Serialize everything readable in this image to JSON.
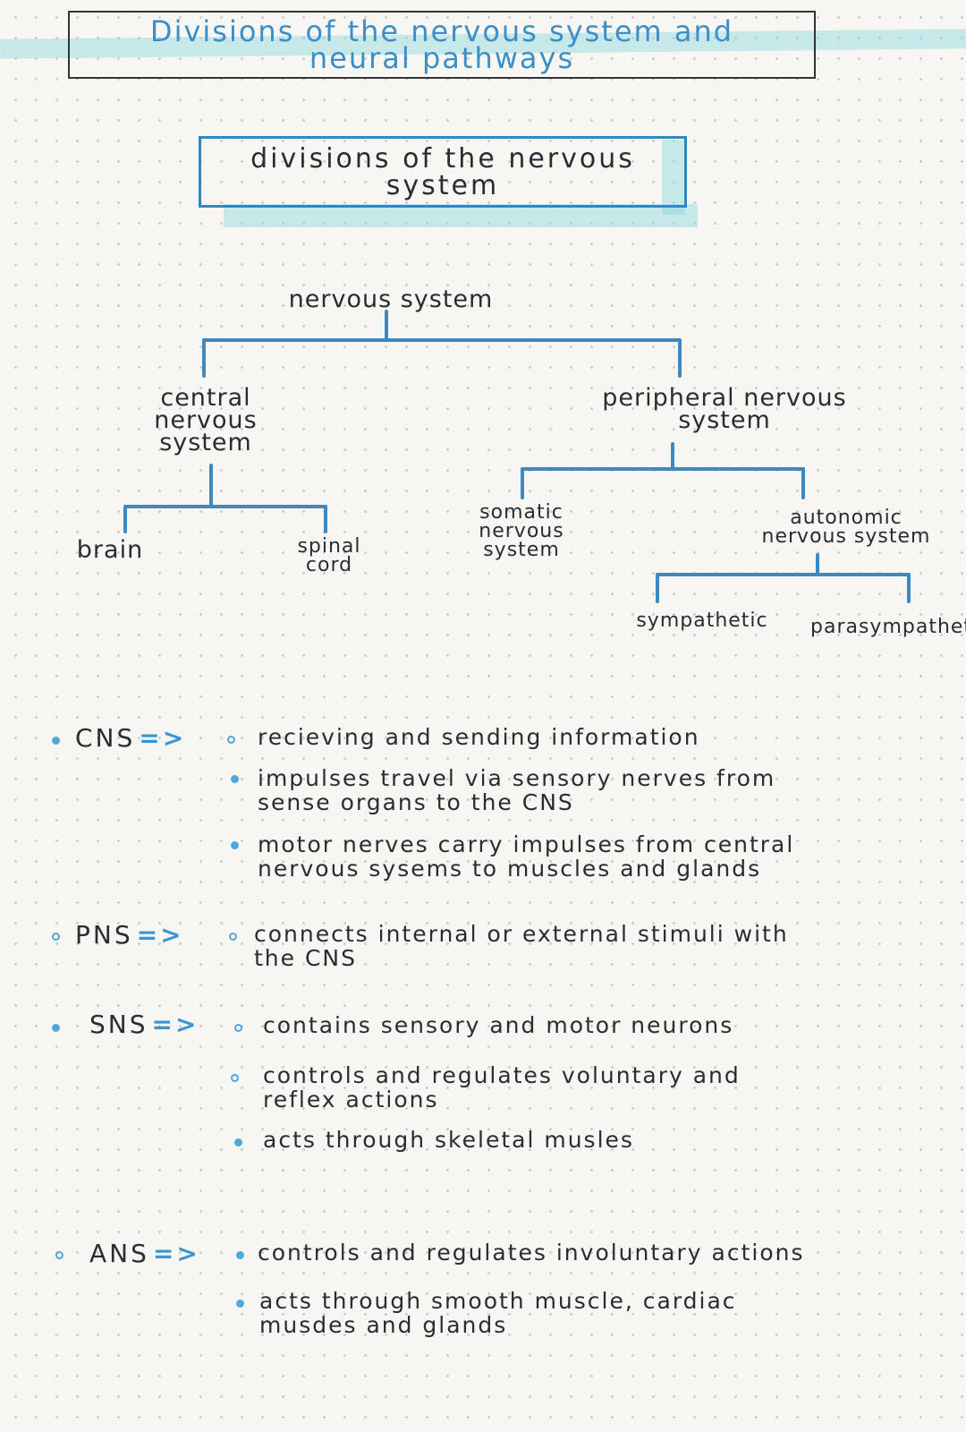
{
  "title": "Divisions of the nervous system and\nneural pathways",
  "subtitle": "divisions of the nervous\nsystem",
  "tree": {
    "root": "nervous system",
    "cns": "central\nnervous\nsystem",
    "pns": "peripheral nervous\nsystem",
    "brain": "brain",
    "spinal_cord": "spinal\ncord",
    "somatic": "somatic\nnervous\nsystem",
    "autonomic": "autonomic\nnervous system",
    "sympathetic": "sympathetic",
    "parasympathetic": "parasympathet"
  },
  "notes": {
    "cns": {
      "label": "CNS",
      "arrow": "=>",
      "items": [
        "recieving and sending information",
        "impulses travel via sensory nerves from\nsense organs to the CNS",
        "motor nerves carry impulses from central\nnervous sysems to muscles and glands"
      ]
    },
    "pns": {
      "label": "PNS",
      "arrow": "=>",
      "items": [
        "connects internal or external stimuli with\nthe CNS"
      ]
    },
    "sns": {
      "label": "SNS",
      "arrow": "=>",
      "items": [
        "contains sensory and motor neurons",
        "controls and regulates voluntary and\nreflex actions",
        "acts through skeletal musles"
      ]
    },
    "ans": {
      "label": "ANS",
      "arrow": "=>",
      "items": [
        "controls and regulates involuntary actions",
        "acts through smooth muscle, cardiac\nmusdes and glands"
      ]
    }
  },
  "colors": {
    "ink": "#2b2b33",
    "blue_ink": "#3a8fc9",
    "highlighter": "#8cd6de"
  }
}
